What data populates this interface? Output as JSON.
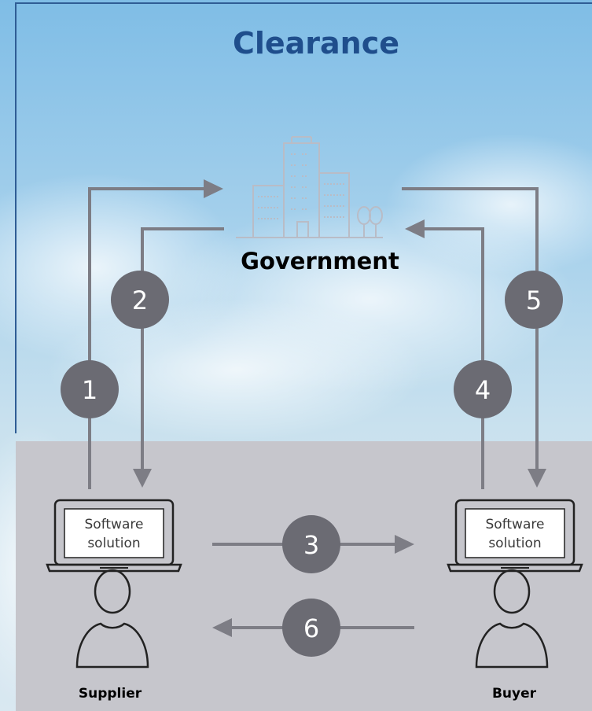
{
  "title": "Clearance",
  "government": {
    "label": "Government"
  },
  "supplier": {
    "label": "Supplier",
    "screen_line1": "Software",
    "screen_line2": "solution"
  },
  "buyer": {
    "label": "Buyer",
    "screen_line1": "Software",
    "screen_line2": "solution"
  },
  "steps": [
    "1",
    "2",
    "3",
    "4",
    "5",
    "6"
  ],
  "colors": {
    "title": "#1f4e8c",
    "arrow": "#7d7d85",
    "badge": "#6b6b73",
    "bottom_panel": "#c6c6cc",
    "frame": "#2f5d95"
  }
}
